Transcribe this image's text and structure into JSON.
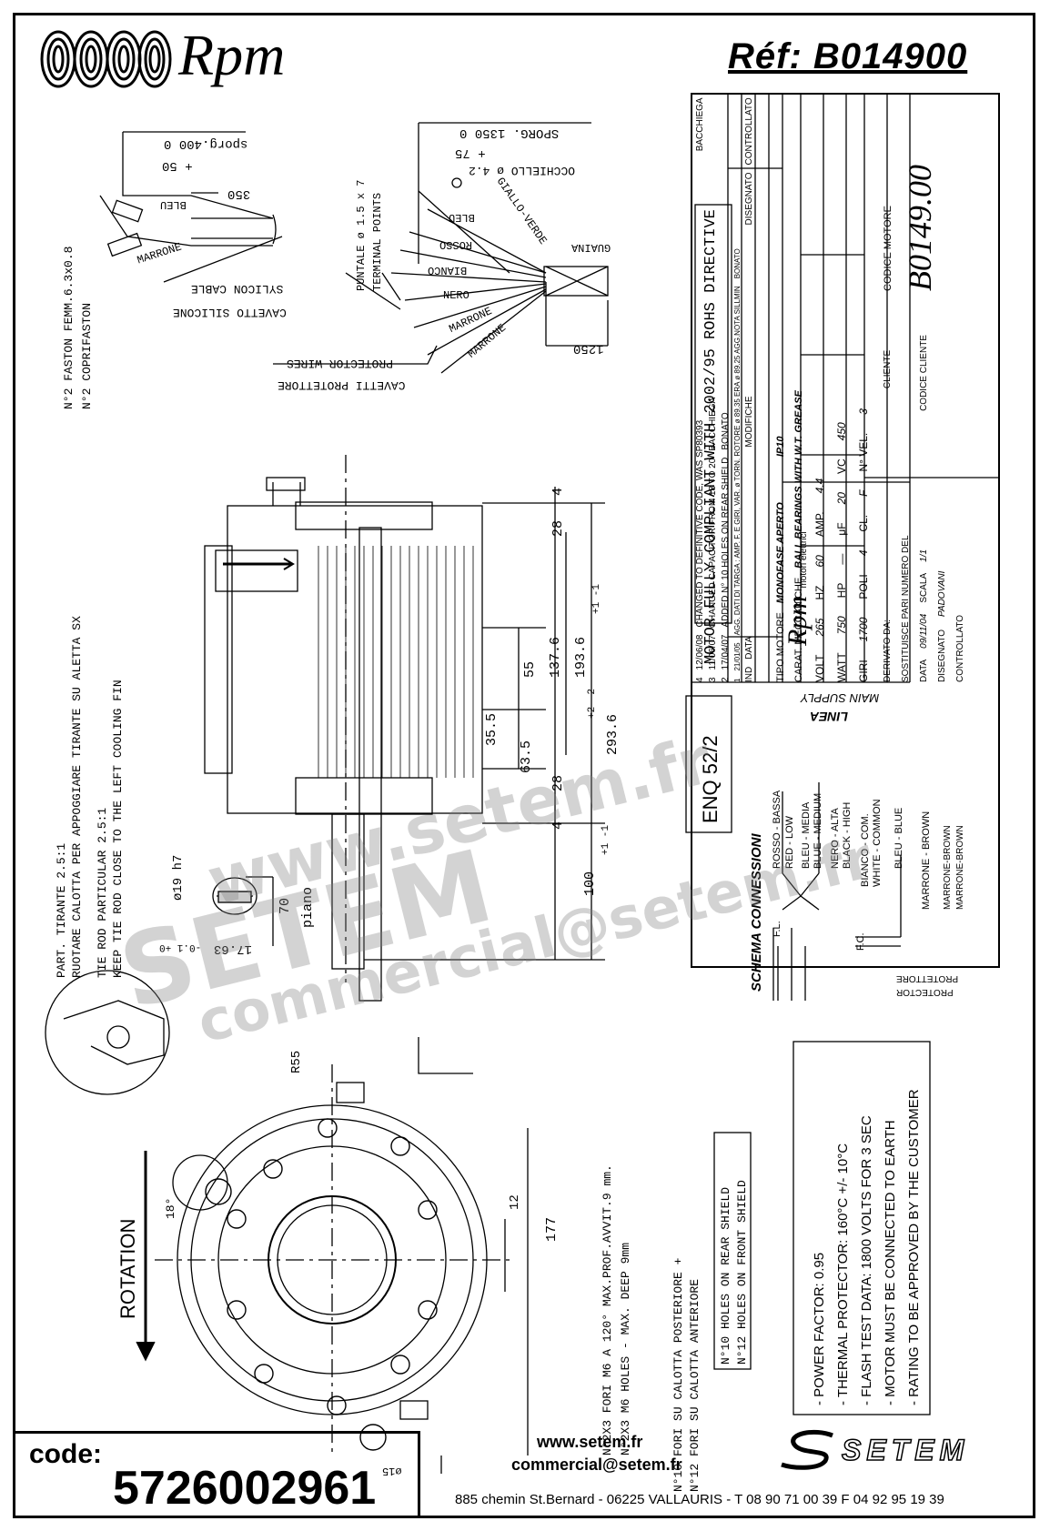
{
  "header": {
    "brand": "Rpm",
    "reference": "Réf:  B014900"
  },
  "cable_drawing": {
    "sporg_left": "sporg.400  0",
    "sporg_left_tol": "+ 50",
    "dim_350": "350",
    "bleu": "BLEU",
    "marrone": "MARRONE",
    "sylicon_cable": "SYLICON CABLE",
    "cavetto_silicone": "CAVETTO SILICONE",
    "faston": "N°2 FASTON FEMM.6.3x0.8",
    "coprifaston": "N°2 COPRIFASTON",
    "sporg_right": "SPORG. 1350  0",
    "sporg_right_tol": "+ 75",
    "occhiello": "OCCHIELLO  ø 4.2",
    "giallo_verde": "GIALLO-VERDE",
    "bleu2": "BLEU",
    "rosso": "ROSSO",
    "bianco": "BIANCO",
    "nero": "NERO",
    "marrone2": "MARRONE",
    "marrone3": "MARRONE",
    "guaina": "GUAINA",
    "puntale": "PUNTALE ø 1.5 x 7",
    "terminal_points": "TERMINAL POINTS",
    "protector_wires": "PROTECTOR WIRES",
    "cavetti_protettore": "CAVETTI PROTETTORE",
    "dim_1250": "1250"
  },
  "side_view": {
    "dim_4a": "4",
    "dim_28a": "28",
    "dim_55": "55",
    "dim_137": "137.6",
    "dim_193": "193.6",
    "dim_193_tol": "+1 -1",
    "dim_293": "293.6",
    "dim_293_tol": "+2 -2",
    "dim_35": "35.5",
    "dim_63": "63.5",
    "dim_28b": "28",
    "dim_4b": "4",
    "dim_100": "100",
    "dim_100_tol": "+1 -1",
    "dim_70": "70",
    "piano": "piano",
    "dim_19": "ø19 h7",
    "dim_17": "17.63",
    "dim_17_tol": "-0.1 +0",
    "part_tirante": "PART. TIRANTE 2.5:1",
    "ruotare": "RUOTARE CALOTTA PER APPOGGIARE TIRANTE SU ALETTA SX",
    "tie_rod": "TIE ROD PARTICULAR 2.5:1",
    "keep_tie": "KEEP TIE ROD CLOSE TO THE LEFT COOLING FIN"
  },
  "front_view": {
    "r55": "R55",
    "deg18": "18°",
    "rotation": "ROTATION",
    "dim_12": "12",
    "dim_177": "177",
    "dim_15": "ø15",
    "holes_it": "N°2X3 FORI M6 A 120°  MAX.PROF.AVVIT.9 mm.",
    "holes_en": "N°2X3 M6 HOLES - MAX. DEEP 9mm",
    "fori_post": "N°10 FORI SU CALOTTA POSTERIORE +",
    "fori_ant": "N°12 FORI SU CALOTTA ANTERIORE",
    "holes_rear": "N°10 HOLES ON REAR SHIELD",
    "holes_front": "N°12 HOLES ON FRONT SHIELD"
  },
  "compliance": "MOTOR FULLY COMPLIANT WITH 2002/95 ROHS DIRECTIVE",
  "enq": "ENQ 52/2",
  "title_block": {
    "revisions": [
      {
        "ind": "4",
        "data": "12/06/08",
        "change": "CHANGED TO DEFINITIVE CODE, WAS SP80393",
        "by": "BACCHIEGA"
      },
      {
        "ind": "3",
        "data": "11/06/07",
        "change": "CHANGED CAPACITOR FROM 18 TO 20",
        "by": "BACCHIEGA"
      },
      {
        "ind": "2",
        "data": "17/04/07",
        "change": "ADDED N° 10 HOLES ON REAR SHIELD",
        "by": "BONATO"
      },
      {
        "ind": "1",
        "data": "21/01/05",
        "change": "AGG. DATI DI TARGA : AMP. F. E GIRI, VAR. ø TORN. ROTORE ø 89.35 ERA ø 89.25 AGG.NOTA SILLMIN",
        "by": "BONATO"
      }
    ],
    "ind_label": "IND",
    "data_label": "DATA",
    "modifiche": "MODIFICHE",
    "disegnato": "DISEGNATO",
    "controllato": "CONTROLLATO",
    "tipo_motore_label": "TIPO MOTORE",
    "tipo_motore": "MONOFASE  APERTO",
    "ip": "IP10",
    "carat_label": "CARAT. MECCANICHE",
    "carat": "BALL BEARINGS WITH W.T. GREASE",
    "volt_label": "VOLT",
    "volt": "265",
    "hz_label": "HZ",
    "hz": "60",
    "amp_label": "AMP.",
    "amp": "4.4",
    "watt_label": "WATT",
    "watt": "750",
    "hp_label": "HP",
    "hp": "—",
    "uf_label": "μF",
    "uf": "20",
    "vc_label": "VC",
    "vc": "450",
    "giri_label": "GIRI",
    "giri": "1700",
    "poli_label": "POLI",
    "poli": "4",
    "cl_label": "CL.",
    "cl": "F",
    "vel_label": "N° VEL.",
    "vel": "3",
    "brand_small": "Rpm",
    "motori_elettrici": "motori elettrici",
    "derivato": "DERIVATO DA:",
    "sostituisce": "SOSTITUISCE PARI NUMERO DEL",
    "data_sc": "DATA",
    "data_sc_val": "09/11/04",
    "scala": "SCALA",
    "scala_val": "1/1",
    "disegnato2": "DISEGNATO",
    "disegnato2_val": "PADOVANI",
    "controllato2": "CONTROLLATO",
    "cliente": "CLIENTE",
    "codice_cliente": "CODICE CLIENTE",
    "codice_motore": "CODICE MOTORE",
    "codice_motore_val": "B0149.00"
  },
  "schema": {
    "title": "SCHEMA CONNESSIONI",
    "linea": "LINEA",
    "main_supply": "MAIN SUPPLY",
    "fl": "F.L.",
    "fc": "F.C.",
    "wires": [
      "ROSSO - BASSA",
      "RED - LOW",
      "BLEU - MEDIA",
      "BLUE - MEDIUM",
      "NERO - ALTA",
      "BLACK - HIGH",
      "BIANCO - COM.",
      "WHITE - COMMON",
      "BLEU - BLUE",
      "MARRONE - BROWN",
      "MARRONE-BROWN",
      "MARRONE-BROWN"
    ],
    "protettore": "PROTETTORE",
    "protector": "PROTECTOR"
  },
  "notes": [
    "- POWER FACTOR: 0.95",
    "- THERMAL PROTECTOR: 160°C +/- 10°C",
    "- FLASH TEST DATA: 1800 VOLTS FOR 3 SEC",
    "- MOTOR MUST BE CONNECTED TO EARTH",
    "- RATING TO BE APPROVED BY THE CUSTOMER"
  ],
  "footer": {
    "code_label": "code:",
    "code_value": "5726002961",
    "website": "www.setem.fr",
    "email": "commercial@setem.fr",
    "address": "885 chemin St.Bernard  -  06225 VALLAURIS  -  T 08 90 71 00 39   F 04 92 95 19 39",
    "setem_logo": "SETEM"
  },
  "watermark": {
    "line1": "www.setem.fr",
    "line2": "SETEM",
    "line3": "commercial@setem.fr"
  }
}
